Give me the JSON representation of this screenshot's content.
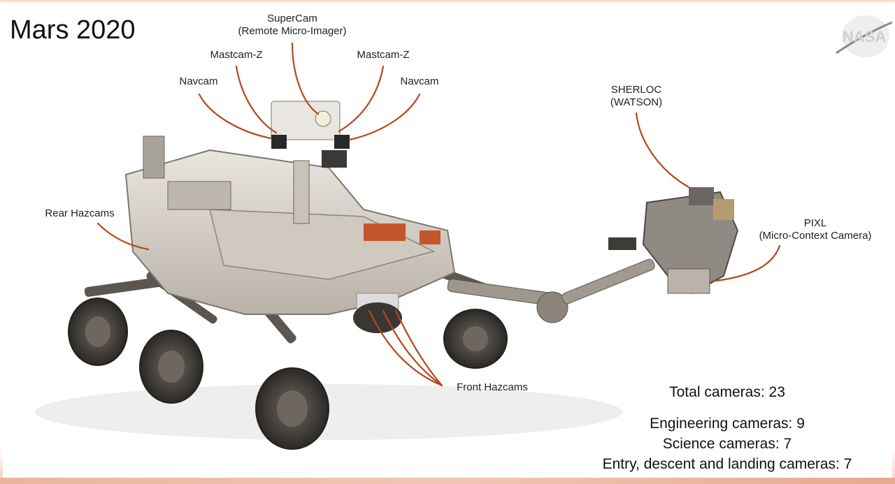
{
  "title": "Mars 2020",
  "logo_text": "NASA",
  "labels": {
    "supercam_line1": "SuperCam",
    "supercam_line2": "(Remote Micro-Imager)",
    "mastcam_left": "Mastcam-Z",
    "mastcam_right": "Mastcam-Z",
    "navcam_left": "Navcam",
    "navcam_right": "Navcam",
    "sherloc_line1": "SHERLOC",
    "sherloc_line2": "(WATSON)",
    "rear_hazcams": "Rear Hazcams",
    "pixl_line1": "PIXL",
    "pixl_line2": "(Micro-Context Camera)",
    "front_hazcams": "Front Hazcams"
  },
  "stats": {
    "total": "Total cameras:  23",
    "engineering": "Engineering cameras: 9",
    "science": "Science cameras: 7",
    "edl": "Entry, descent and landing cameras: 7"
  },
  "colors": {
    "leader_line": "#b5471c",
    "rover_body": "#d9d4cc",
    "wheel": "#3b3733"
  }
}
